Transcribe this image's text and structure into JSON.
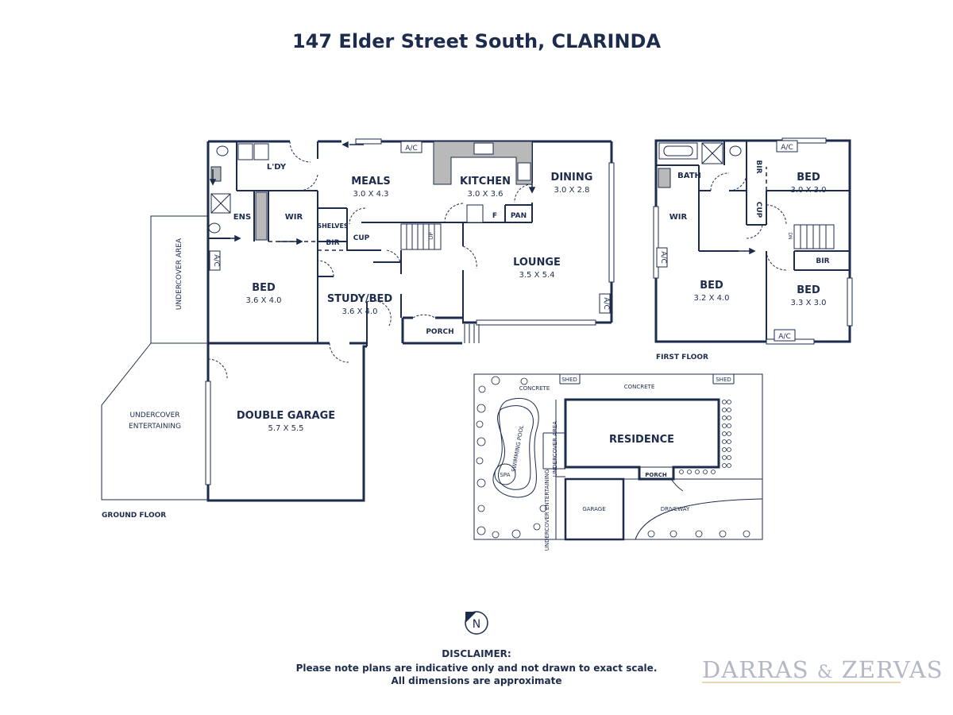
{
  "title": "147 Elder Street South, CLARINDA",
  "labels": {
    "ground_floor": "GROUND FLOOR",
    "first_floor": "FIRST FLOOR",
    "undercover_area": "UNDERCOVER AREA",
    "undercover_entertaining_1": "UNDERCOVER",
    "undercover_entertaining_2": "ENTERTAINING",
    "ldy": "L'DY",
    "meals": "MEALS",
    "meals_dim": "3.0 X 4.3",
    "kitchen": "KITCHEN",
    "kitchen_dim": "3.0 X 3.6",
    "dining": "DINING",
    "dining_dim": "3.0 X 2.8",
    "ens": "ENS",
    "wir": "WIR",
    "shelves": "SHELVES",
    "bir": "BIR",
    "cup": "CUP",
    "f": "F",
    "pan": "PAN",
    "lounge": "LOUNGE",
    "lounge_dim": "3.5 X 5.4",
    "bed": "BED",
    "bed_g_dim": "3.6 X 4.0",
    "study": "STUDY/BED",
    "study_dim": "3.6 X 4.0",
    "porch": "PORCH",
    "ac": "A/C",
    "up": "UP",
    "dn": "DN",
    "garage": "DOUBLE GARAGE",
    "garage_dim": "5.7 X 5.5",
    "bath": "BATH",
    "bed_f1_dim": "3.0 X 3.0",
    "bed_f2_dim": "3.2 X 4.0",
    "bed_f3_dim": "3.3 X 3.0"
  },
  "site": {
    "concrete": "CONCRETE",
    "shed": "SHED",
    "residence": "RESIDENCE",
    "swimming_pool": "SWIMMING POOL",
    "spa": "SPA",
    "undercover_area": "UNDERCOVER AREA",
    "undercover_entertaining": "UNDERCOVER ENTERTAINING",
    "porch": "PORCH",
    "garage": "GARAGE",
    "driveway": "DRIVEWAY"
  },
  "compass": "N",
  "disclaimer": {
    "heading": "DISCLAIMER:",
    "line1": "Please note plans are indicative only and not drawn to exact scale.",
    "line2": "All dimensions are approximate"
  },
  "logo": {
    "left": "DARRAS",
    "amp": "&",
    "right": "ZERVAS"
  },
  "colors": {
    "wall": "#1d2b4c",
    "fixture": "#b9b9b9",
    "logo": "#b4b8c4"
  }
}
